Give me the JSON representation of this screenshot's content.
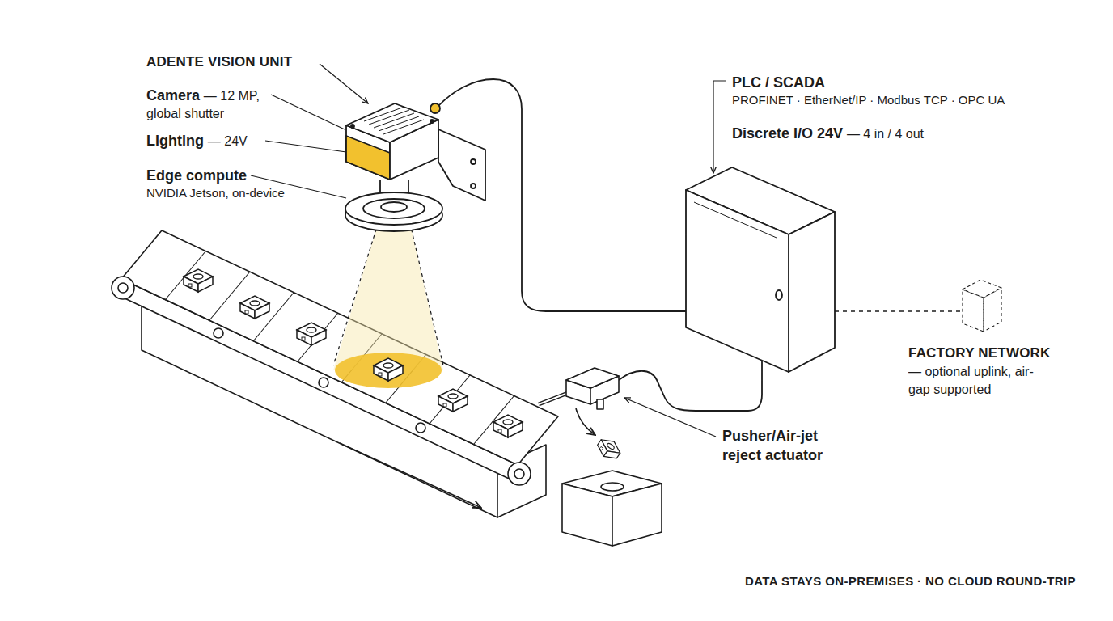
{
  "diagram": {
    "caption": "DATA STAYS ON-PREMISES · NO CLOUD ROUND-TRIP",
    "labels": [
      "ADENTE VISION UNIT",
      "Camera",
      "— 12 MP, global shutter",
      "Lighting",
      "— 24V",
      "Edge compute",
      "NVIDIA Jetson, on-device",
      "PLC / SCADA",
      "PROFINET · EtherNet/IP · Modbus TCP · OPC UA",
      "Discrete I/O 24V",
      "— 4 in / 4 out",
      "FACTORY NETWORK",
      "— optional uplink, air-gap supported",
      "Pusher/Air-jet reject actuator"
    ]
  }
}
